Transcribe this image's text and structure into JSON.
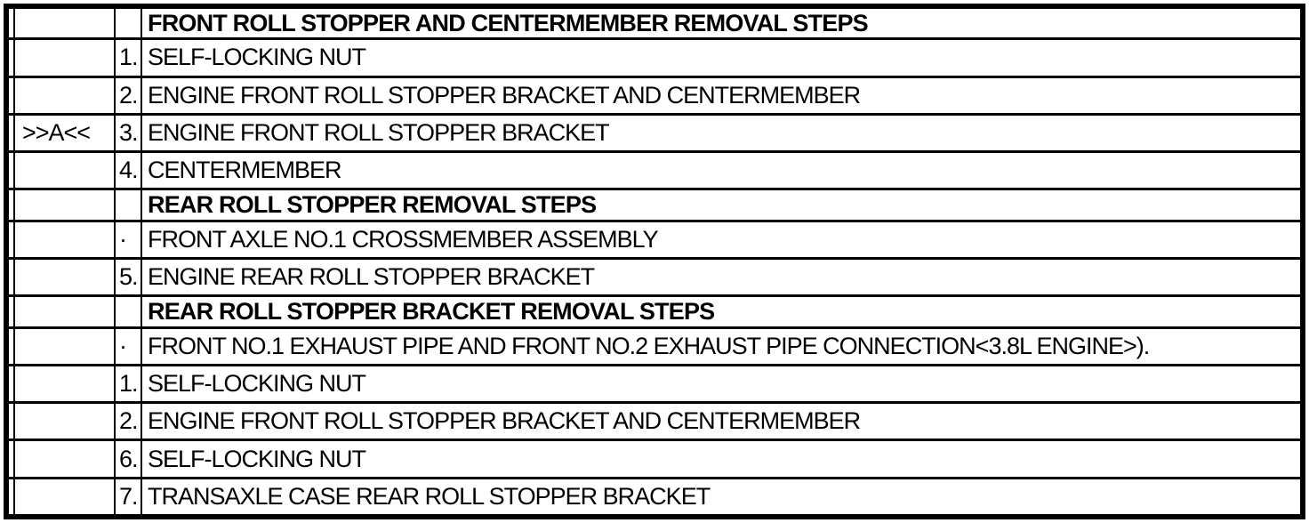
{
  "colors": {
    "background": "#ffffff",
    "border": "#000000",
    "text": "#000000"
  },
  "table": {
    "rows": [
      {
        "marker": "",
        "num": "",
        "text": "FRONT ROLL STOPPER AND CENTERMEMBER REMOVAL STEPS",
        "bold": true
      },
      {
        "marker": "",
        "num": "1.",
        "text": "SELF-LOCKING NUT",
        "bold": false
      },
      {
        "marker": "",
        "num": "2.",
        "text": "ENGINE FRONT ROLL STOPPER BRACKET AND CENTERMEMBER",
        "bold": false
      },
      {
        "marker": ">>A<<",
        "num": "3.",
        "text": "ENGINE FRONT ROLL STOPPER BRACKET",
        "bold": false
      },
      {
        "marker": "",
        "num": "4.",
        "text": "CENTERMEMBER",
        "bold": false
      },
      {
        "marker": "",
        "num": "",
        "text": "REAR ROLL STOPPER REMOVAL STEPS",
        "bold": true
      },
      {
        "marker": "",
        "num": "·",
        "text": "FRONT AXLE NO.1 CROSSMEMBER ASSEMBLY",
        "bold": false
      },
      {
        "marker": "",
        "num": "5.",
        "text": "ENGINE REAR ROLL STOPPER BRACKET",
        "bold": false
      },
      {
        "marker": "",
        "num": "",
        "text": "REAR ROLL STOPPER BRACKET REMOVAL STEPS",
        "bold": true
      },
      {
        "marker": "",
        "num": "·",
        "text": "FRONT NO.1 EXHAUST PIPE AND FRONT NO.2 EXHAUST PIPE CONNECTION<3.8L ENGINE>).",
        "bold": false
      },
      {
        "marker": "",
        "num": "1.",
        "text": "SELF-LOCKING NUT",
        "bold": false
      },
      {
        "marker": "",
        "num": "2.",
        "text": "ENGINE FRONT ROLL STOPPER BRACKET AND CENTERMEMBER",
        "bold": false
      },
      {
        "marker": "",
        "num": "6.",
        "text": "SELF-LOCKING NUT",
        "bold": false
      },
      {
        "marker": "",
        "num": "7.",
        "text": "TRANSAXLE CASE REAR ROLL STOPPER BRACKET",
        "bold": false
      }
    ]
  }
}
